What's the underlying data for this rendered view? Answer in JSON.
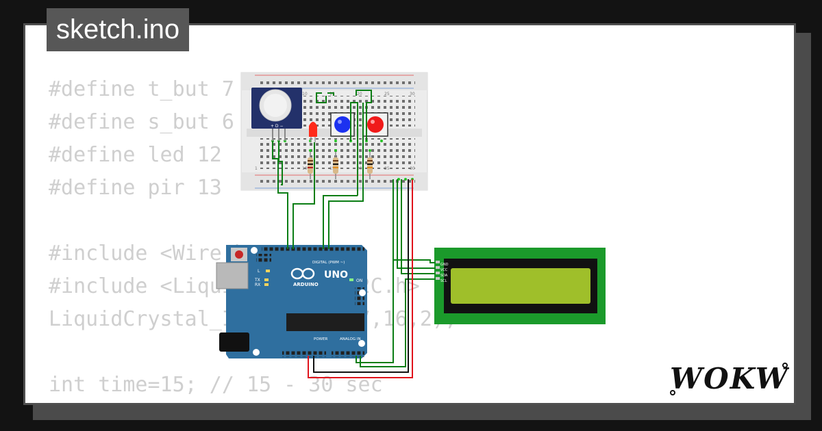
{
  "title": "sketch.ino",
  "code_lines": [
    "#define t_but 7",
    "#define s_but 6",
    "#define led 12",
    "#define pir 13",
    "",
    "#include <Wire.h>",
    "#include <LiquidCrystal_I2C.h>",
    "LiquidCrystal_I2C lcd(0x27,16,2);",
    "",
    "int time=15; // 15 - 30 sec"
  ],
  "board": {
    "name": "UNO",
    "brand": "ARDUINO",
    "digital_header": "DIGITAL (PWM ~)",
    "power_header": "POWER",
    "analog_header": "ANALOG IN",
    "on_label": "ON",
    "leds": [
      "L",
      "TX",
      "RX"
    ]
  },
  "lcd_pins": [
    "GND",
    "VCC",
    "SDA",
    "SCL"
  ],
  "pir_pins": "+ D −",
  "breadboard_numbers": [
    "1",
    "5",
    "10",
    "15",
    "20",
    "25",
    "30"
  ],
  "logo": "WOKWi",
  "colors": {
    "background": "#131313",
    "card_shadow": "#4b4b4b",
    "title_tab": "#575757",
    "code_text": "#cfcfcf",
    "wire_green": "#0a7d14",
    "wire_red": "#e0121b",
    "wire_black": "#111111",
    "arduino_blue": "#2f6f9f",
    "lcd_green": "#1b9a2b",
    "lcd_screen": "#9fbf2a",
    "button_blue": "#1c31f0",
    "button_red": "#f01a1a",
    "led_red": "#ff2a1a"
  }
}
